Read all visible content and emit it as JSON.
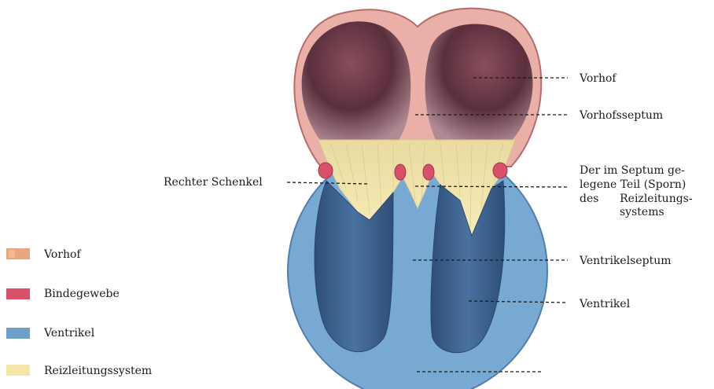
{
  "labels": {
    "rechter_schenkel": "Rechter Schenkel",
    "vorhof": "Vorhof",
    "vorhofsseptum": "Vorhofsseptum",
    "sporn_line1": "Der im Septum ge-",
    "sporn_line2": "legene Teil (Sporn)",
    "sporn_line3": "des      Reizleitungs-",
    "sporn_line4": "systems",
    "ventrikelseptum": "Ventrikelseptum",
    "ventrikel": "Ventrikel"
  },
  "legend": [
    {
      "label": "Vorhof",
      "color": "#e8a77f"
    },
    {
      "label": "Bindegewebe",
      "color": "#d9506a"
    },
    {
      "label": "Ventrikel",
      "color": "#6d9fc9"
    },
    {
      "label": "Reizleitungssystem",
      "color": "#f4e6a6"
    }
  ],
  "colors": {
    "atrium_wall": "#e8a7a0",
    "atrium_cavity": "#6b3a48",
    "ventricle": "#77a9d3",
    "ventricle_cavity": "#3a5f88",
    "conduction": "#f2e7ad",
    "connective": "#d9506a"
  }
}
